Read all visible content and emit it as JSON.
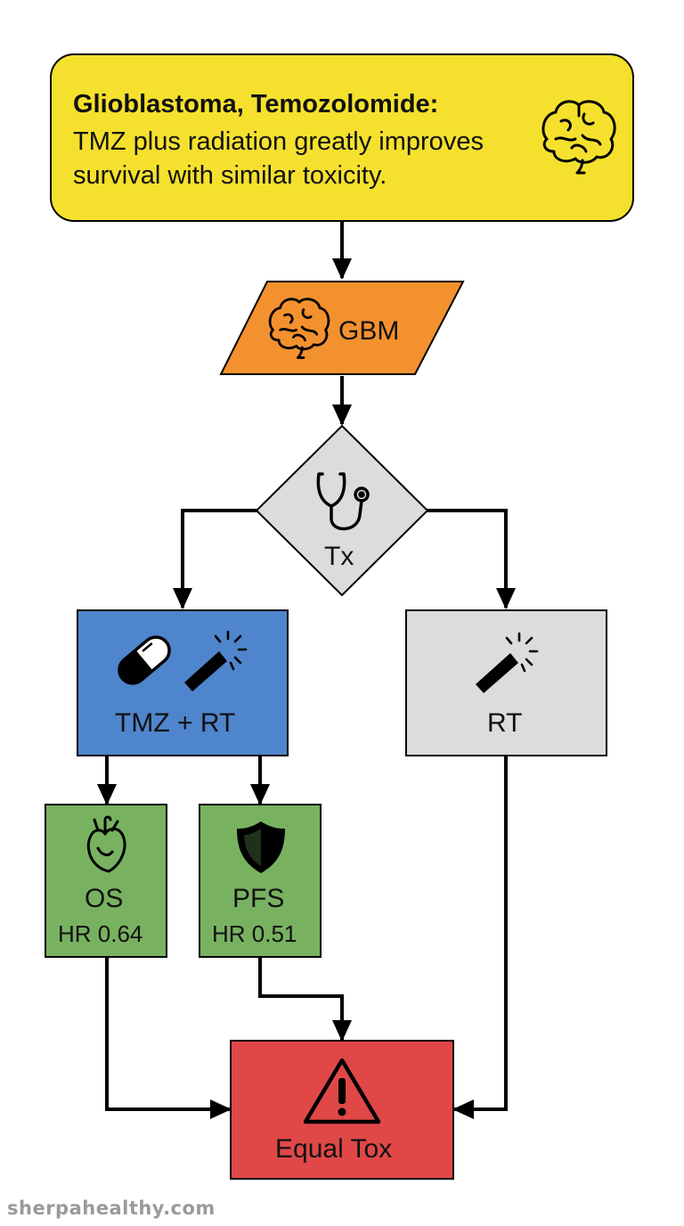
{
  "summary": {
    "title": "Glioblastoma, Temozolomide:",
    "line1": "TMZ plus radiation greatly improves",
    "line2": "survival with similar toxicity.",
    "icon": "brain-icon",
    "color": "#f5e12d"
  },
  "nodes": {
    "gbm": {
      "label": "GBM",
      "icon": "brain-icon",
      "color": "#f4912f"
    },
    "decision": {
      "label": "Tx",
      "icon": "stethoscope-icon",
      "color": "#dcdcdc"
    },
    "tmz_rt": {
      "label": "TMZ + RT",
      "icons": [
        "pill-icon",
        "radiation-beam-icon"
      ],
      "color": "#4f85cc"
    },
    "rt": {
      "label": "RT",
      "icon": "radiation-beam-icon",
      "color": "#dcdcdc"
    },
    "os": {
      "label": "OS",
      "value": "HR 0.64",
      "icon": "heart-icon",
      "color": "#78b261"
    },
    "pfs": {
      "label": "PFS",
      "value": "HR 0.51",
      "icon": "shield-icon",
      "color": "#78b261"
    },
    "tox": {
      "label": "Equal Tox",
      "icon": "warning-icon",
      "color": "#e04848"
    }
  },
  "watermark": "sherpahealthy.com"
}
